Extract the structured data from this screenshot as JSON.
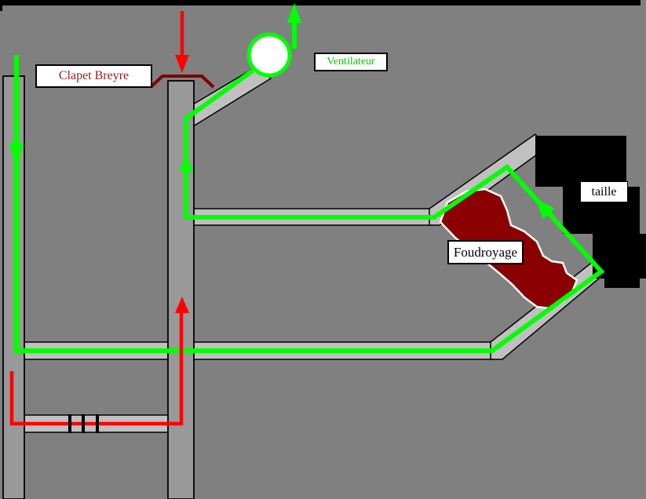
{
  "diagram": {
    "kind": "mine-ventilation-schematic",
    "labels": {
      "clapet_breyre": {
        "text": "Clapet Breyre",
        "text_color": "#8B2323"
      },
      "ventilateur": {
        "text": "Ventilateur",
        "text_color": "#00CC00"
      },
      "foudroyage": {
        "text": "Foudroyage",
        "text_color": "#000000"
      },
      "taille": {
        "text": "taille",
        "text_color": "#000000"
      }
    },
    "colors": {
      "background": "#808080",
      "top_border_bar": "#000000",
      "gallery_fill": "#C0C0C0",
      "shaft_fill": "#999999",
      "outlines": "#000000",
      "airflow_green": "#00FF00",
      "airflow_red": "#FF0000",
      "clapet_symbol": "#800000",
      "foudroyage_fill": "#8B0000",
      "foudroyage_outline": "#FFFFFF",
      "coal_face_blocks": "#000000",
      "fan_fill": "#FFFFFF",
      "fan_ring": "#00FF00"
    },
    "icons": {
      "fan_circle": "ventilator-fan",
      "chevron": "clapet-flap-valve",
      "triple_ticks": "air-door-regulator",
      "black_steps": "coal-face-steps",
      "green_arrows": [
        "down-left-shaft",
        "up-middle-shaft",
        "up-along-face",
        "up-out-of-fan"
      ],
      "red_arrows": [
        "down-into-clapet",
        "up-middle-shaft-bottom"
      ]
    }
  }
}
